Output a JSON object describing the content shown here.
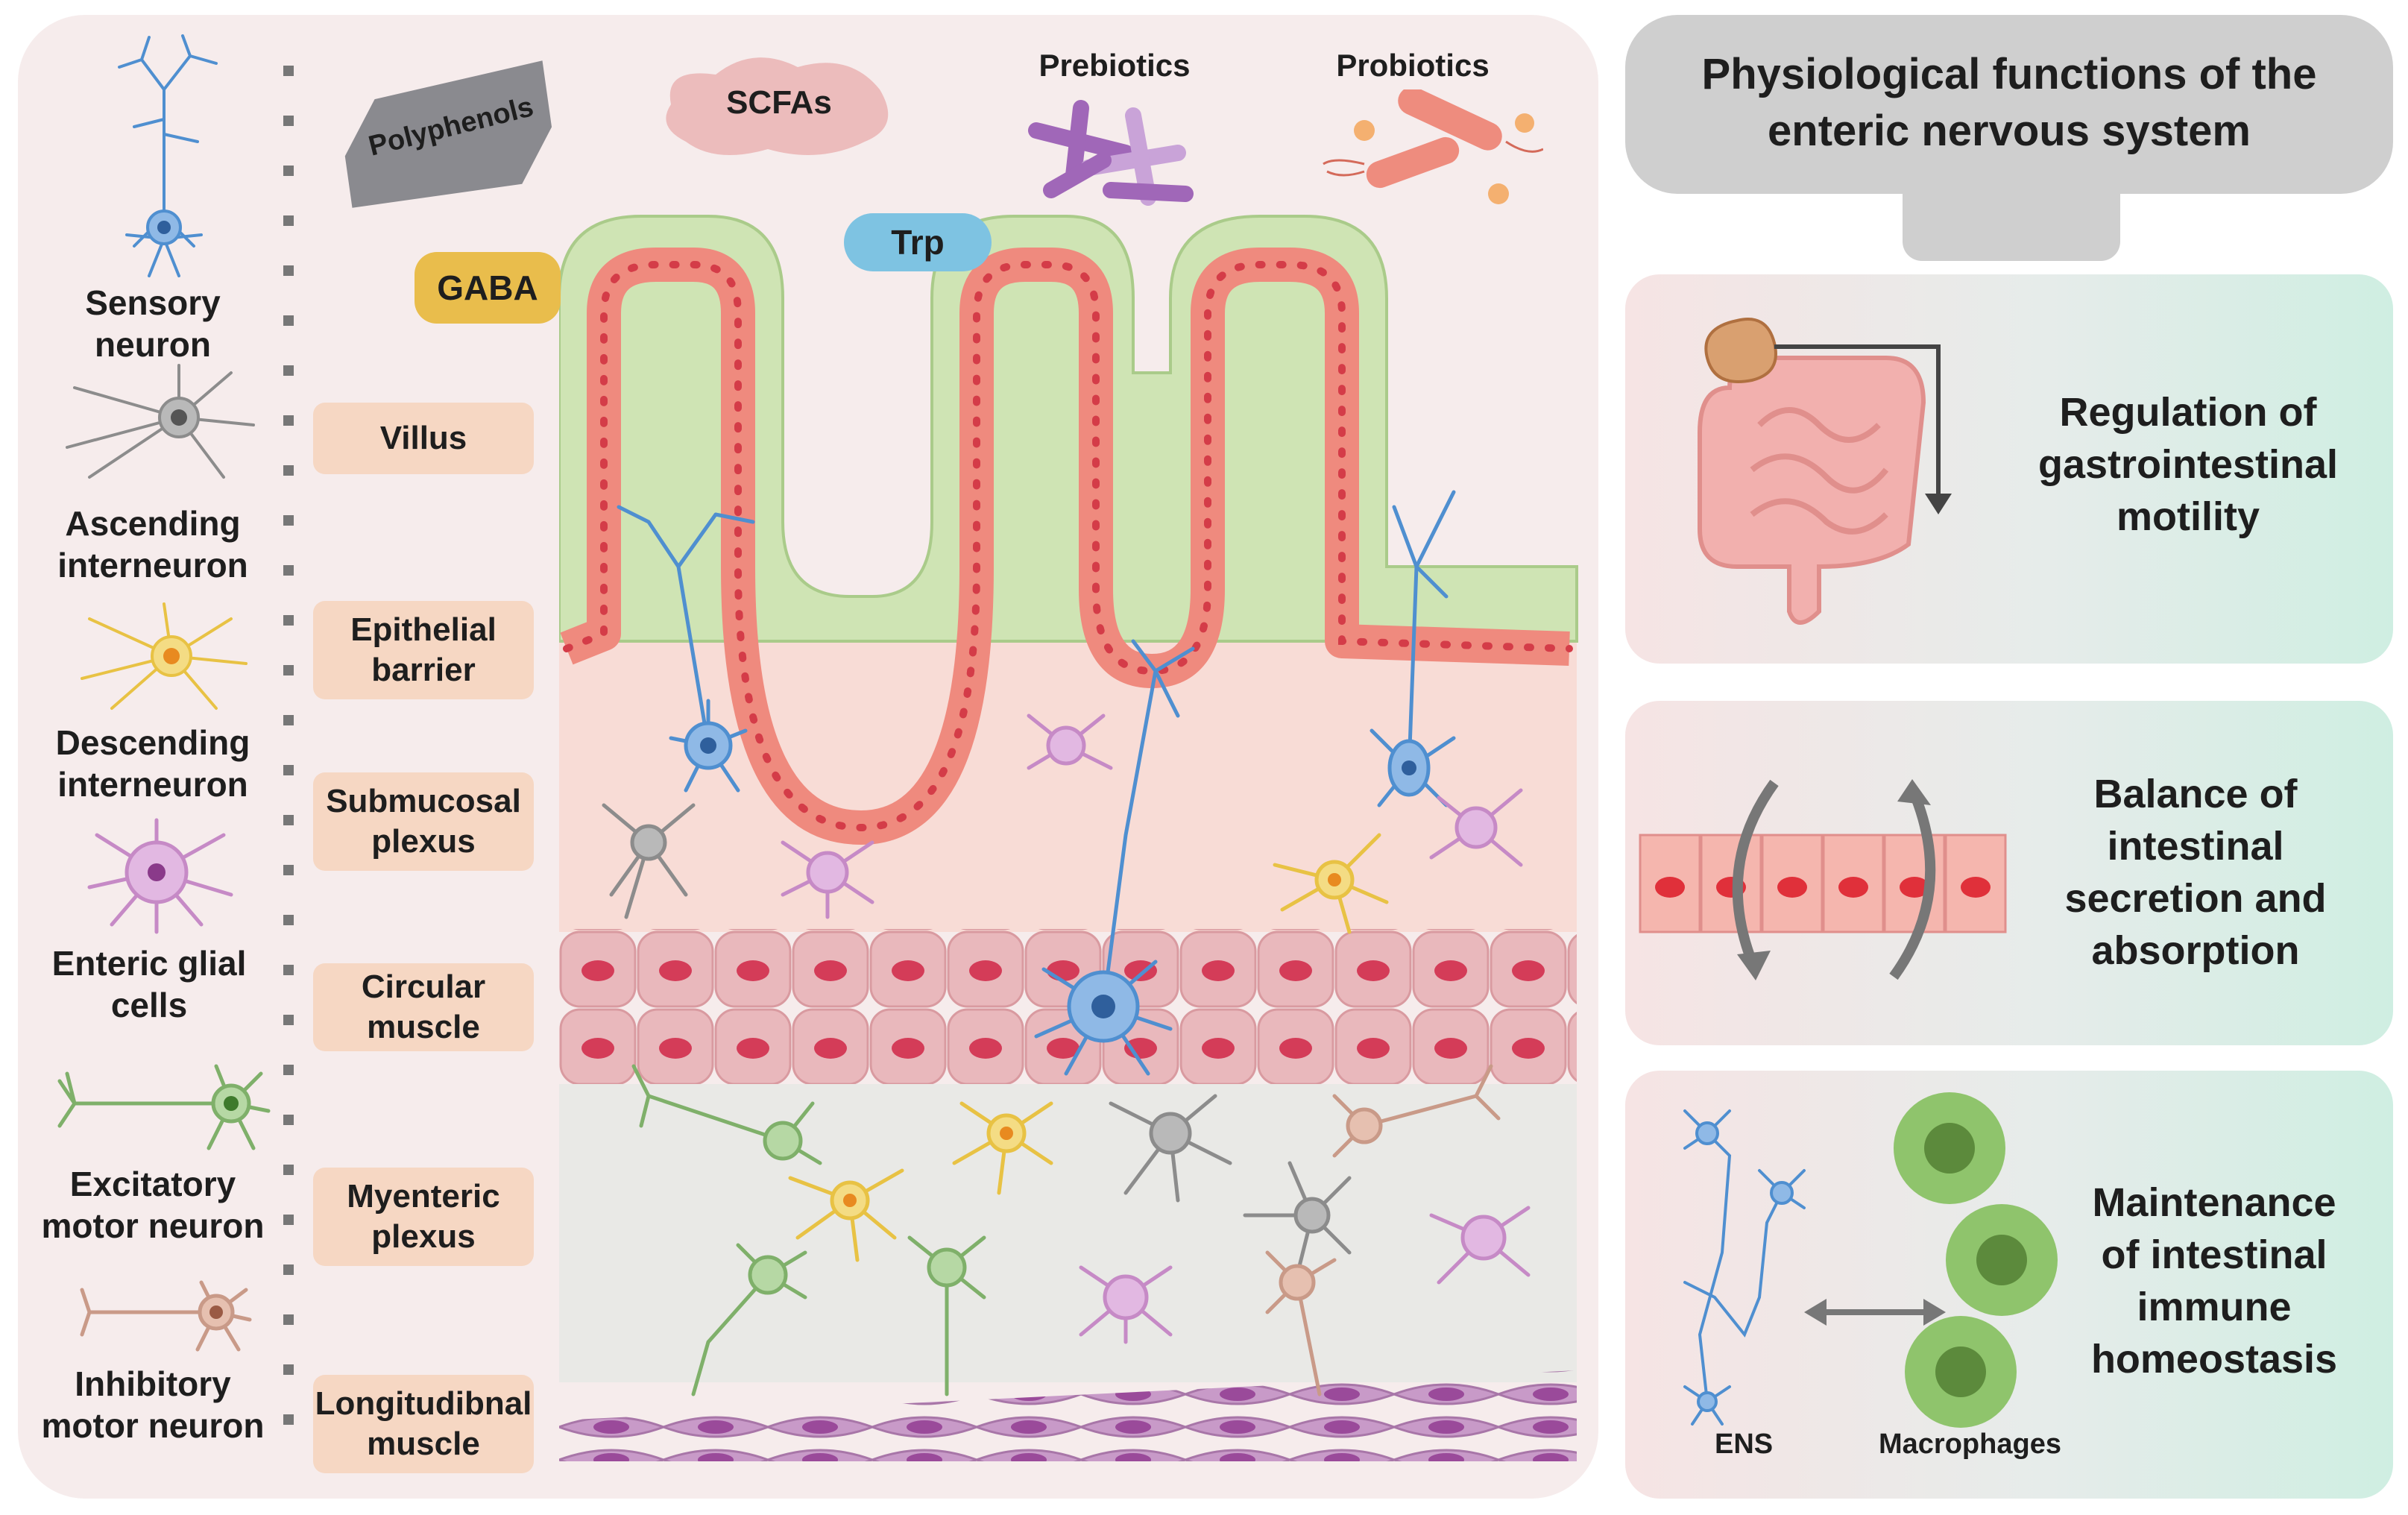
{
  "neurons": {
    "sensory": "Sensory\nneuron",
    "ascending": "Ascending\ninterneuron",
    "descending": "Descending\ninterneuron",
    "glial": "Enteric glial\ncells",
    "excitatory": "Excitatory\nmotor neuron",
    "inhibitory": "Inhibitory\nmotor neuron"
  },
  "layers": {
    "villus": "Villus",
    "epithelial": "Epithelial\nbarrier",
    "submucosal": "Submucosal\nplexus",
    "circular": "Circular\nmuscle",
    "myenteric": "Myenteric\nplexus",
    "longitudinal": "Longitudibnal\nmuscle"
  },
  "molecules": {
    "polyphenols": "Polyphenols",
    "scfas": "SCFAs",
    "prebiotics": "Prebiotics",
    "probiotics": "Probiotics",
    "gaba": "GABA",
    "trp": "Trp"
  },
  "functions": {
    "title": "Physiological functions of the\nenteric nervous system",
    "motility": "Regulation of\ngastrointestinal\nmotility",
    "secretion": "Balance of\nintestinal\nsecretion and\nabsorption",
    "immune": "Maintenance\nof intestinal\nimmune\nhomeostasis",
    "ens_label": "ENS",
    "macrophages_label": "Macrophages"
  },
  "colors": {
    "sensory": "#4f8fd0",
    "ascending": "#8c8c8c",
    "descending": "#e8c244",
    "glial": "#c68ac6",
    "excitatory": "#7fb06a",
    "inhibitory": "#c99a88",
    "epithelium": "#ef8a7e",
    "mucus": "#cfe4b4",
    "circular_muscle": "#e8b4b8",
    "longitudinal_muscle": "#c899c8"
  }
}
